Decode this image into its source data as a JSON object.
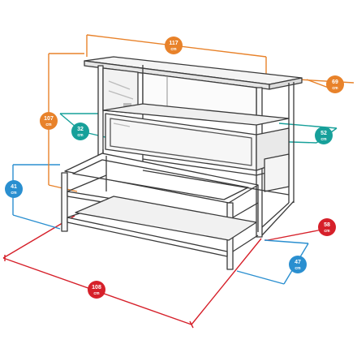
{
  "colors": {
    "orange": "#e8822a",
    "teal": "#17a09a",
    "blue": "#2a8fd0",
    "red": "#d6202a",
    "line": "#3a3a3a",
    "shelf": "#8e8e8e"
  },
  "dimensions": {
    "top_width": {
      "value": "117",
      "unit": "cm"
    },
    "height": {
      "value": "107",
      "unit": "cm"
    },
    "top_depth": {
      "value": "69",
      "unit": "cm"
    },
    "drawer_left": {
      "value": "32",
      "unit": "cm"
    },
    "drawer_right": {
      "value": "52",
      "unit": "cm"
    },
    "step_height": {
      "value": "41",
      "unit": "cm"
    },
    "step_depth": {
      "value": "47",
      "unit": "cm"
    },
    "base_depth": {
      "value": "58",
      "unit": "cm"
    },
    "base_width": {
      "value": "108",
      "unit": "cm"
    }
  }
}
